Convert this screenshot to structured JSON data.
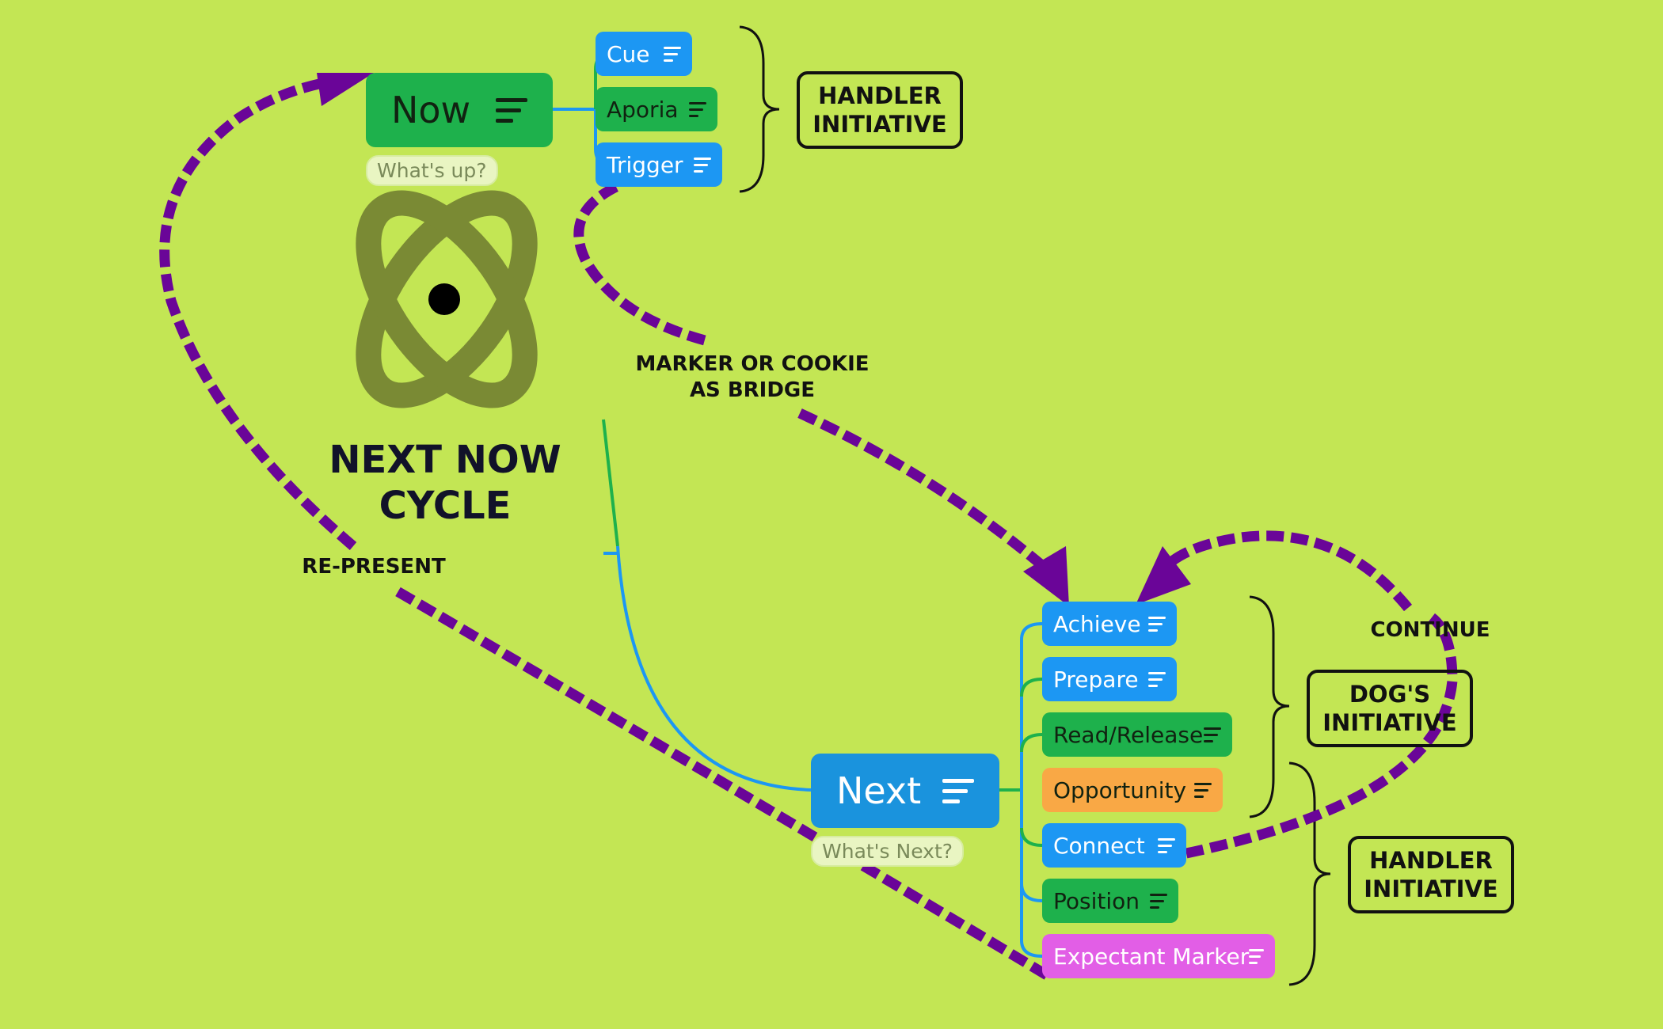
{
  "colors": {
    "background": "#c3e654",
    "blue": "#1c97f3",
    "green": "#1eb14c",
    "orange": "#f9a845",
    "pink": "#e25ee6",
    "arrow": "#6a0598",
    "logo": "#7a8a34"
  },
  "title": {
    "line1": "NEXT NOW",
    "line2": "CYCLE"
  },
  "logo_icon": "atom-icon",
  "now": {
    "label": "Now",
    "note": "What's up?"
  },
  "now_children": [
    "Cue",
    "Aporia",
    "Trigger"
  ],
  "next": {
    "label": "Next",
    "note": "What's Next?"
  },
  "next_children": [
    "Achieve",
    "Prepare",
    "Read/Release",
    "Opportunity",
    "Connect",
    "Position",
    "Expectant Marker"
  ],
  "boxes": {
    "top_handler": {
      "line1": "HANDLER",
      "line2": "INITIATIVE"
    },
    "dog": {
      "line1": "DOG'S",
      "line2": "INITIATIVE"
    },
    "bottom_handler": {
      "line1": "HANDLER",
      "line2": "INITIATIVE"
    }
  },
  "labels": {
    "bridge_line1": "MARKER OR COOKIE",
    "bridge_line2": "AS BRIDGE",
    "represent": "RE-PRESENT",
    "continue": "CONTINUE"
  }
}
